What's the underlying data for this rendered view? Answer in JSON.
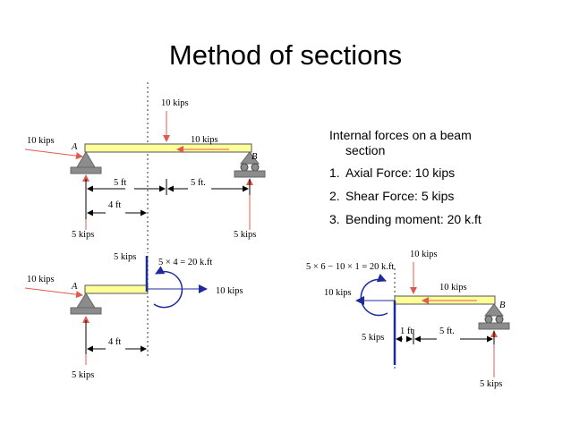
{
  "title": "Method of sections",
  "side_notes": {
    "intro_line1": "Internal forces on a beam",
    "intro_line2": "section",
    "items": [
      {
        "num": "1.",
        "text": "Axial Force: 10 kips"
      },
      {
        "num": "2.",
        "text": "Shear Force: 5 kips"
      },
      {
        "num": "3.",
        "text": "Bending moment: 20 k.ft"
      }
    ]
  },
  "colors": {
    "beam_fill": "#ffff99",
    "beam_stroke": "#555555",
    "force_arrow": "#e05a4e",
    "internal_arrow": "#1c2a9c",
    "support": "#8c8c8c"
  },
  "diagram_full": {
    "load_top": "10 kips",
    "axial_left": "10 kips",
    "axial_right": "10 kips",
    "point_a": "A",
    "point_b": "B",
    "dim_5ft_left": "5 ft",
    "dim_5ft_right": "5 ft.",
    "dim_4ft": "4 ft",
    "reaction_left": "5 kips",
    "reaction_right": "5 kips"
  },
  "diagram_left": {
    "axial_left": "10 kips",
    "point_a": "A",
    "shear": "5 kips",
    "moment": "5 × 4 = 20 k.ft",
    "axial_right": "10 kips",
    "dim_4ft": "4 ft",
    "reaction": "5 kips"
  },
  "diagram_right": {
    "moment": "5 × 6 − 10 × 1 = 20 k.ft",
    "load_top": "10 kips",
    "axial_left": "10 kips",
    "axial_right": "10 kips",
    "point_b": "B",
    "shear": "5 kips",
    "dim_1ft": "1 ft",
    "dim_5ft": "5 ft.",
    "reaction": "5 kips"
  }
}
